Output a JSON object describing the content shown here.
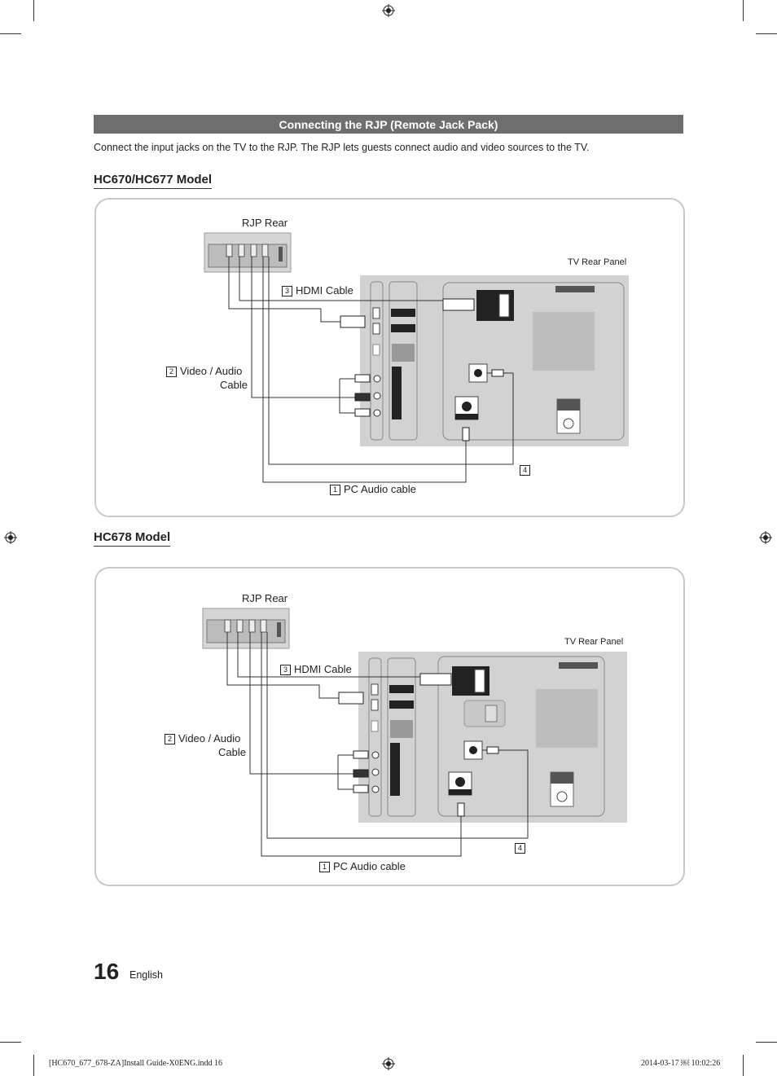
{
  "section_title": "Connecting the RJP (Remote Jack Pack)",
  "intro_text": "Connect the input jacks on the TV to the RJP. The RJP lets guests connect audio and video sources to the TV.",
  "diagrams": [
    {
      "heading": "HC670/HC677 Model",
      "rjp_label": "RJP Rear",
      "tv_label": "TV Rear Panel",
      "hdmi_label": "HDMI Cable",
      "hdmi_num": "3",
      "video_audio_label_1": "Video / Audio",
      "video_audio_label_2": "Cable",
      "video_audio_num": "2",
      "pc_audio_label": "PC Audio cable",
      "pc_audio_num": "1",
      "callout_4": "4"
    },
    {
      "heading": "HC678 Model",
      "rjp_label": "RJP Rear",
      "tv_label": "TV Rear Panel",
      "hdmi_label": "HDMI Cable",
      "hdmi_num": "3",
      "video_audio_label_1": "Video / Audio",
      "video_audio_label_2": "Cable",
      "video_audio_num": "2",
      "pc_audio_label": "PC Audio cable",
      "pc_audio_num": "1",
      "callout_4": "4"
    }
  ],
  "page_number": "16",
  "language": "English",
  "footer_file": "[HC670_677_678-ZA]Install Guide-X0ENG.indd   16",
  "footer_date": "2014-03-17   ￼ 10:02:26"
}
